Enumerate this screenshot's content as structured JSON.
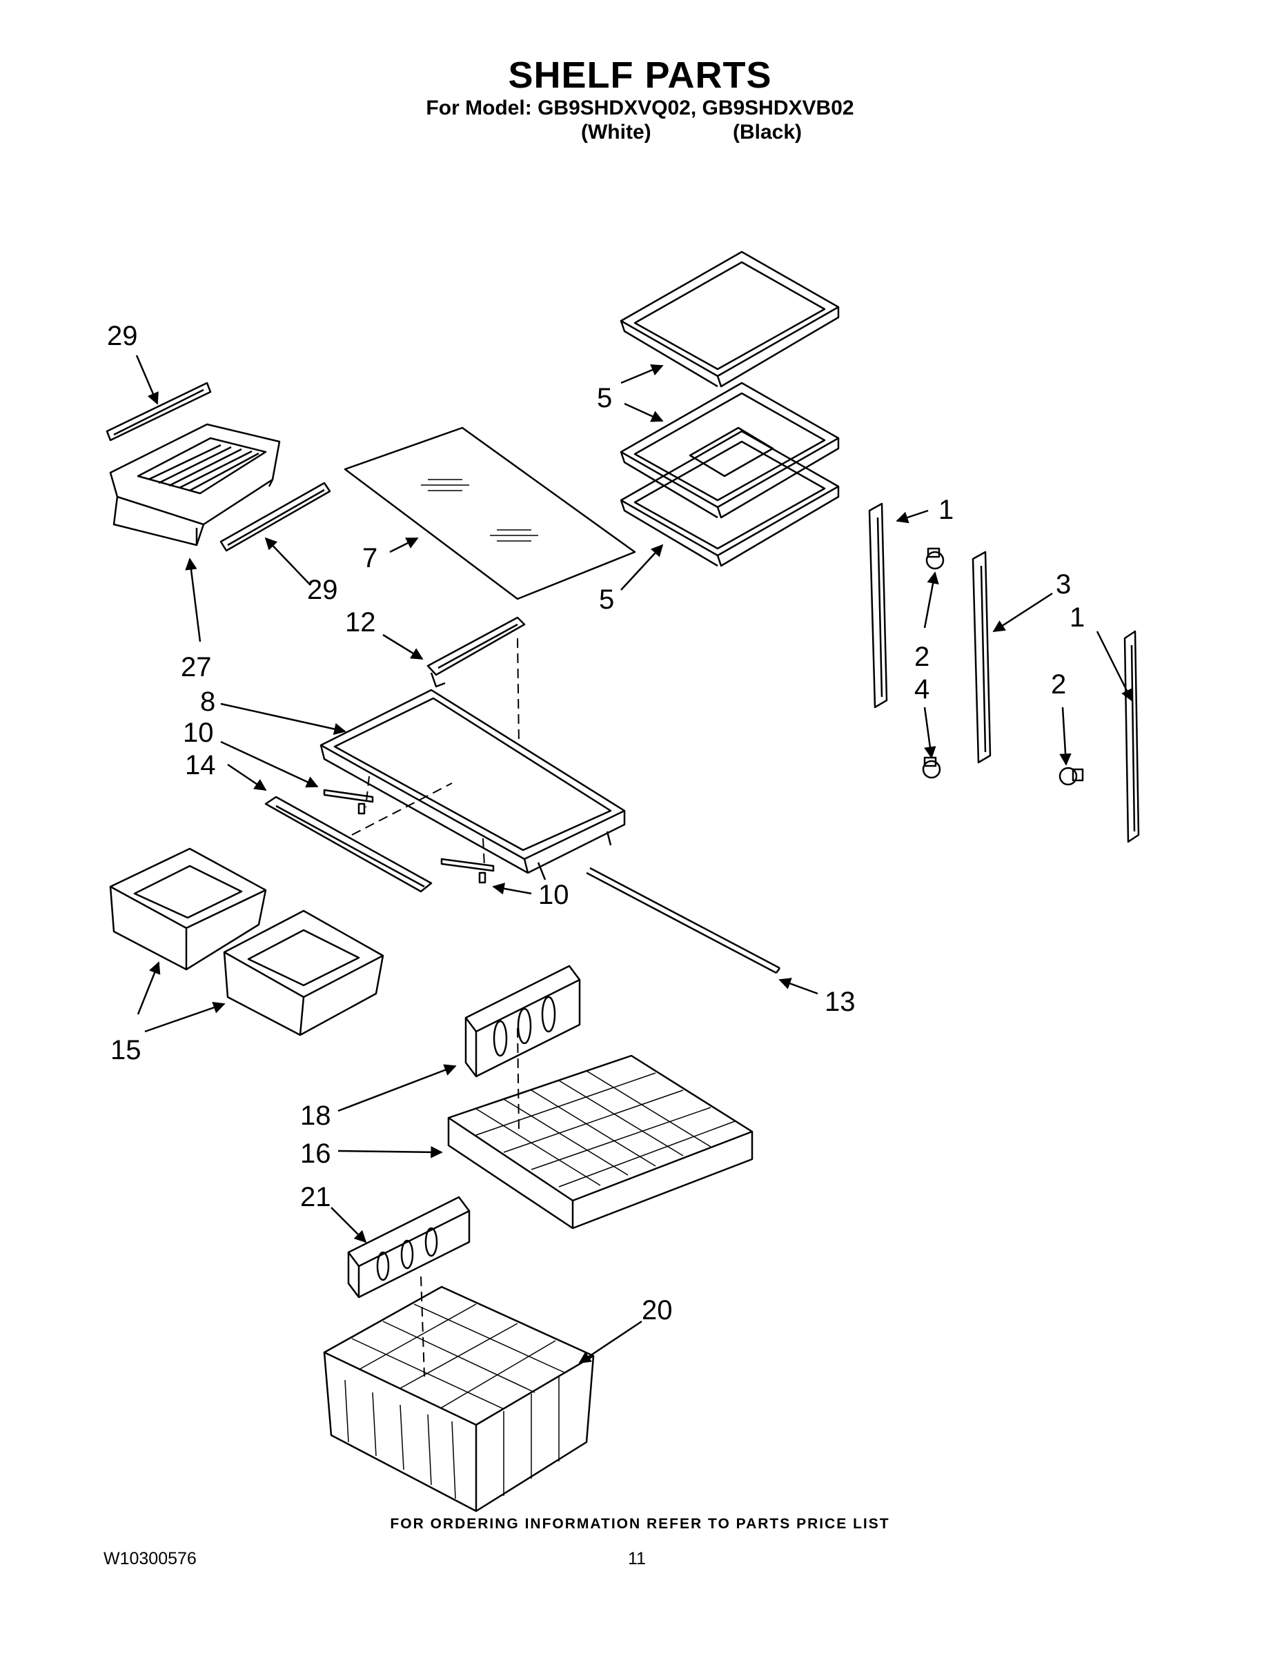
{
  "header": {
    "title": "SHELF PARTS",
    "model_line": "For Model: GB9SHDXVQ02, GB9SHDXVB02",
    "color_white": "(White)",
    "color_black": "(Black)"
  },
  "callouts": {
    "c29a": "29",
    "c29b": "29",
    "c27": "27",
    "c7": "7",
    "c12": "12",
    "c8": "8",
    "c10a": "10",
    "c10b": "10",
    "c14": "14",
    "c15": "15",
    "c13": "13",
    "c5a": "5",
    "c5b": "5",
    "c1a": "1",
    "c1b": "1",
    "c2a": "2",
    "c2b": "2",
    "c3": "3",
    "c4": "4",
    "c18": "18",
    "c16": "16",
    "c21": "21",
    "c20": "20"
  },
  "footer": {
    "ordering": "FOR ORDERING INFORMATION REFER TO PARTS PRICE LIST",
    "doc_number": "W10300576",
    "page_number": "11"
  }
}
